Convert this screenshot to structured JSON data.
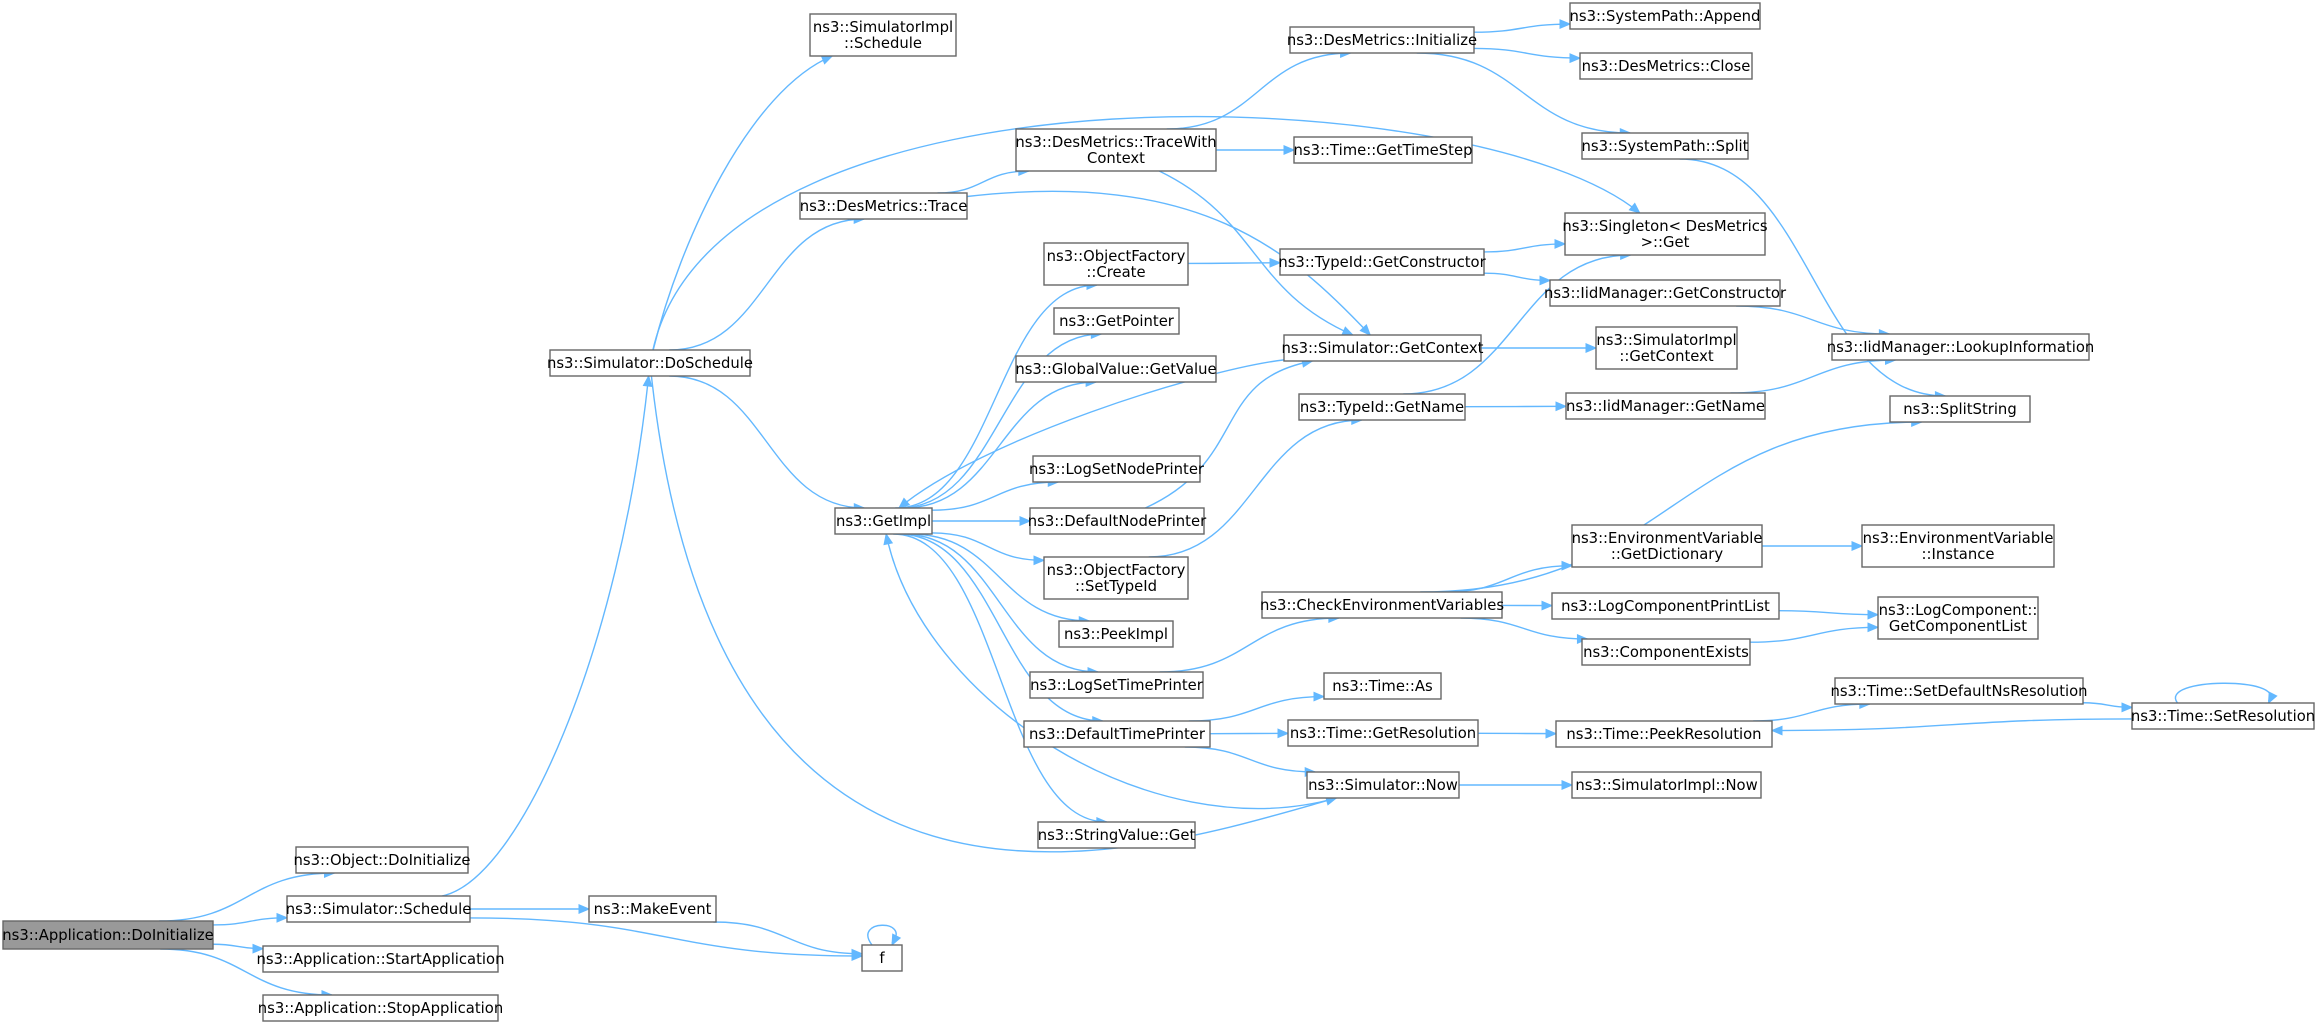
{
  "diagram": {
    "nodes": [
      {
        "id": "app_doinit",
        "label": [
          "ns3::Application::DoInitialize"
        ],
        "root": true
      },
      {
        "id": "obj_doinit",
        "label": [
          "ns3::Object::DoInitialize"
        ]
      },
      {
        "id": "sim_schedule",
        "label": [
          "ns3::Simulator::Schedule"
        ]
      },
      {
        "id": "app_start",
        "label": [
          "ns3::Application::StartApplication"
        ]
      },
      {
        "id": "app_stop",
        "label": [
          "ns3::Application::StopApplication"
        ]
      },
      {
        "id": "sim_doschedule",
        "label": [
          "ns3::Simulator::DoSchedule"
        ]
      },
      {
        "id": "makeevent",
        "label": [
          "ns3::MakeEvent"
        ]
      },
      {
        "id": "f",
        "label": [
          "f"
        ]
      },
      {
        "id": "simimpl_schedule",
        "label": [
          "ns3::SimulatorImpl",
          "::Schedule"
        ]
      },
      {
        "id": "des_trace",
        "label": [
          "ns3::DesMetrics::Trace"
        ]
      },
      {
        "id": "getimpl",
        "label": [
          "ns3::GetImpl"
        ]
      },
      {
        "id": "des_tracewith",
        "label": [
          "ns3::DesMetrics::TraceWith",
          "Context"
        ]
      },
      {
        "id": "of_create",
        "label": [
          "ns3::ObjectFactory",
          "::Create"
        ]
      },
      {
        "id": "getpointer",
        "label": [
          "ns3::GetPointer"
        ]
      },
      {
        "id": "gv_getvalue",
        "label": [
          "ns3::GlobalValue::GetValue"
        ]
      },
      {
        "id": "logsetnodeprinter",
        "label": [
          "ns3::LogSetNodePrinter"
        ]
      },
      {
        "id": "defaultnodeprinter",
        "label": [
          "ns3::DefaultNodePrinter"
        ]
      },
      {
        "id": "of_settypeid",
        "label": [
          "ns3::ObjectFactory",
          "::SetTypeId"
        ]
      },
      {
        "id": "peekimpl",
        "label": [
          "ns3::PeekImpl"
        ]
      },
      {
        "id": "logsettimeprinter",
        "label": [
          "ns3::LogSetTimePrinter"
        ]
      },
      {
        "id": "defaulttimeprinter",
        "label": [
          "ns3::DefaultTimePrinter"
        ]
      },
      {
        "id": "stringvalue_get",
        "label": [
          "ns3::StringValue::Get"
        ]
      },
      {
        "id": "des_initialize",
        "label": [
          "ns3::DesMetrics::Initialize"
        ]
      },
      {
        "id": "time_gettimestep",
        "label": [
          "ns3::Time::GetTimeStep"
        ]
      },
      {
        "id": "typeid_getconstructor",
        "label": [
          "ns3::TypeId::GetConstructor"
        ]
      },
      {
        "id": "sim_getcontext",
        "label": [
          "ns3::Simulator::GetContext"
        ]
      },
      {
        "id": "typeid_getname",
        "label": [
          "ns3::TypeId::GetName"
        ]
      },
      {
        "id": "checkenv",
        "label": [
          "ns3::CheckEnvironmentVariables"
        ]
      },
      {
        "id": "time_as",
        "label": [
          "ns3::Time::As"
        ]
      },
      {
        "id": "time_getresolution",
        "label": [
          "ns3::Time::GetResolution"
        ]
      },
      {
        "id": "sim_now",
        "label": [
          "ns3::Simulator::Now"
        ]
      },
      {
        "id": "sp_append",
        "label": [
          "ns3::SystemPath::Append"
        ]
      },
      {
        "id": "des_close",
        "label": [
          "ns3::DesMetrics::Close"
        ]
      },
      {
        "id": "sp_split",
        "label": [
          "ns3::SystemPath::Split"
        ]
      },
      {
        "id": "singleton_get",
        "label": [
          "ns3::Singleton< DesMetrics",
          ">::Get"
        ]
      },
      {
        "id": "iid_getconstructor",
        "label": [
          "ns3::IidManager::GetConstructor"
        ]
      },
      {
        "id": "simimpl_getcontext",
        "label": [
          "ns3::SimulatorImpl",
          "::GetContext"
        ]
      },
      {
        "id": "iid_getname",
        "label": [
          "ns3::IidManager::GetName"
        ]
      },
      {
        "id": "env_getdict",
        "label": [
          "ns3::EnvironmentVariable",
          "::GetDictionary"
        ]
      },
      {
        "id": "logcomp_printlist",
        "label": [
          "ns3::LogComponentPrintList"
        ]
      },
      {
        "id": "componentexists",
        "label": [
          "ns3::ComponentExists"
        ]
      },
      {
        "id": "time_peekresolution",
        "label": [
          "ns3::Time::PeekResolution"
        ]
      },
      {
        "id": "simimpl_now",
        "label": [
          "ns3::SimulatorImpl::Now"
        ]
      },
      {
        "id": "iid_lookupinfo",
        "label": [
          "ns3::IidManager::LookupInformation"
        ]
      },
      {
        "id": "splitstring",
        "label": [
          "ns3::SplitString"
        ]
      },
      {
        "id": "env_instance",
        "label": [
          "ns3::EnvironmentVariable",
          "::Instance"
        ]
      },
      {
        "id": "logcomp_getlist",
        "label": [
          "ns3::LogComponent::",
          "GetComponentList"
        ]
      },
      {
        "id": "time_setdefaultns",
        "label": [
          "ns3::Time::SetDefaultNsResolution"
        ]
      },
      {
        "id": "time_setresolution",
        "label": [
          "ns3::Time::SetResolution"
        ]
      }
    ],
    "edges": [
      {
        "from": "app_doinit",
        "to": "obj_doinit"
      },
      {
        "from": "app_doinit",
        "to": "sim_schedule"
      },
      {
        "from": "app_doinit",
        "to": "app_start"
      },
      {
        "from": "app_doinit",
        "to": "app_stop"
      },
      {
        "from": "sim_schedule",
        "to": "sim_doschedule"
      },
      {
        "from": "sim_schedule",
        "to": "makeevent"
      },
      {
        "from": "sim_schedule",
        "to": "f"
      },
      {
        "from": "makeevent",
        "to": "f"
      },
      {
        "from": "f",
        "to": "f"
      },
      {
        "from": "sim_doschedule",
        "to": "simimpl_schedule"
      },
      {
        "from": "sim_doschedule",
        "to": "singleton_get"
      },
      {
        "from": "sim_doschedule",
        "to": "des_trace"
      },
      {
        "from": "sim_doschedule",
        "to": "getimpl"
      },
      {
        "from": "sim_doschedule",
        "to": "sim_now"
      },
      {
        "from": "des_trace",
        "to": "des_tracewith"
      },
      {
        "from": "des_trace",
        "to": "sim_getcontext"
      },
      {
        "from": "des_tracewith",
        "to": "des_initialize"
      },
      {
        "from": "des_tracewith",
        "to": "time_gettimestep"
      },
      {
        "from": "des_tracewith",
        "to": "sim_getcontext"
      },
      {
        "from": "des_initialize",
        "to": "sp_append"
      },
      {
        "from": "des_initialize",
        "to": "des_close"
      },
      {
        "from": "des_initialize",
        "to": "sp_split"
      },
      {
        "from": "sp_split",
        "to": "splitstring"
      },
      {
        "from": "getimpl",
        "to": "of_create"
      },
      {
        "from": "getimpl",
        "to": "getpointer"
      },
      {
        "from": "getimpl",
        "to": "gv_getvalue"
      },
      {
        "from": "getimpl",
        "to": "logsetnodeprinter"
      },
      {
        "from": "getimpl",
        "to": "defaultnodeprinter"
      },
      {
        "from": "getimpl",
        "to": "of_settypeid"
      },
      {
        "from": "getimpl",
        "to": "peekimpl"
      },
      {
        "from": "getimpl",
        "to": "logsettimeprinter"
      },
      {
        "from": "getimpl",
        "to": "defaulttimeprinter"
      },
      {
        "from": "getimpl",
        "to": "stringvalue_get"
      },
      {
        "from": "sim_getcontext",
        "to": "getimpl"
      },
      {
        "from": "sim_now",
        "to": "getimpl"
      },
      {
        "from": "of_create",
        "to": "typeid_getconstructor"
      },
      {
        "from": "typeid_getconstructor",
        "to": "singleton_get"
      },
      {
        "from": "typeid_getconstructor",
        "to": "iid_getconstructor"
      },
      {
        "from": "iid_getconstructor",
        "to": "iid_lookupinfo"
      },
      {
        "from": "sim_getcontext",
        "to": "simimpl_getcontext"
      },
      {
        "from": "defaultnodeprinter",
        "to": "sim_getcontext"
      },
      {
        "from": "of_settypeid",
        "to": "typeid_getname"
      },
      {
        "from": "typeid_getname",
        "to": "singleton_get"
      },
      {
        "from": "typeid_getname",
        "to": "iid_getname"
      },
      {
        "from": "iid_getname",
        "to": "iid_lookupinfo"
      },
      {
        "from": "logsettimeprinter",
        "to": "checkenv"
      },
      {
        "from": "checkenv",
        "to": "splitstring"
      },
      {
        "from": "checkenv",
        "to": "env_getdict"
      },
      {
        "from": "checkenv",
        "to": "logcomp_printlist"
      },
      {
        "from": "checkenv",
        "to": "componentexists"
      },
      {
        "from": "env_getdict",
        "to": "env_instance"
      },
      {
        "from": "logcomp_printlist",
        "to": "logcomp_getlist"
      },
      {
        "from": "componentexists",
        "to": "logcomp_getlist"
      },
      {
        "from": "defaulttimeprinter",
        "to": "time_as"
      },
      {
        "from": "defaulttimeprinter",
        "to": "time_getresolution"
      },
      {
        "from": "defaulttimeprinter",
        "to": "sim_now"
      },
      {
        "from": "time_getresolution",
        "to": "time_peekresolution"
      },
      {
        "from": "time_peekresolution",
        "to": "time_setdefaultns"
      },
      {
        "from": "time_setdefaultns",
        "to": "time_setresolution"
      },
      {
        "from": "time_setresolution",
        "to": "time_peekresolution"
      },
      {
        "from": "time_setresolution",
        "to": "time_setresolution"
      },
      {
        "from": "sim_now",
        "to": "simimpl_now"
      }
    ]
  },
  "colors": {
    "edge": "#63b8ff",
    "node_border": "#666666",
    "node_fill": "#ffffff",
    "root_fill": "#999999",
    "text": "#000000"
  }
}
